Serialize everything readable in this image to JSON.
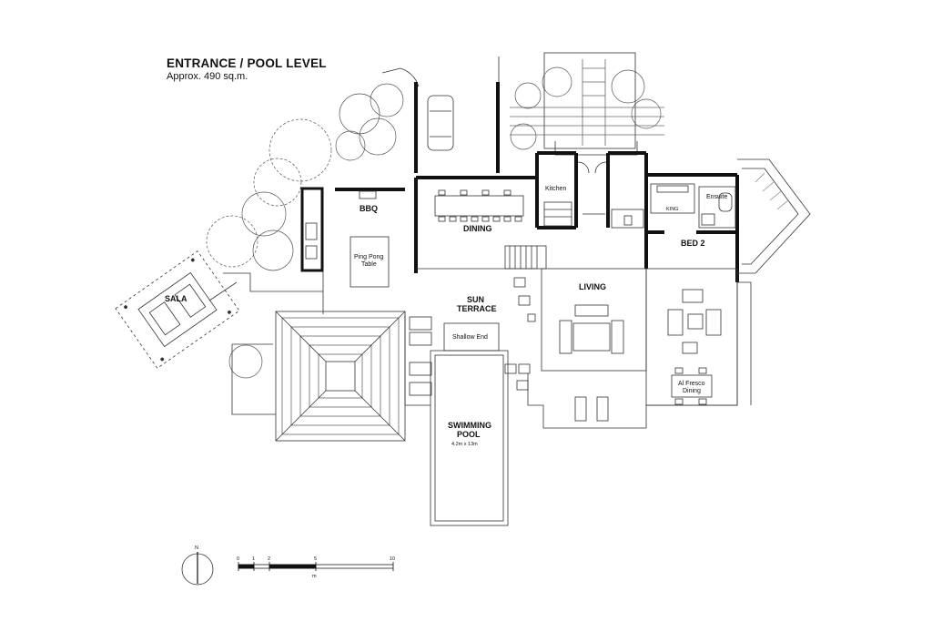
{
  "header": {
    "title": "ENTRANCE / POOL LEVEL",
    "area": "Approx. 490 sq.m."
  },
  "rooms": {
    "bbq": "BBQ",
    "dining": "DINING",
    "kitchen": "Kitchen",
    "ping_pong_1": "Ping Pong",
    "ping_pong_2": "Table",
    "sala": "SALA",
    "sun_terrace_1": "SUN",
    "sun_terrace_2": "TERRACE",
    "shallow_end": "Shallow End",
    "swimming_pool_1": "SWIMMING",
    "swimming_pool_2": "POOL",
    "pool_size": "4.2m x 13m",
    "living": "LIVING",
    "bed2": "BED 2",
    "ensuite": "Ensuite",
    "king": "KING",
    "al_fresco_1": "Al Fresco",
    "al_fresco_2": "Dining"
  },
  "compass": {
    "north": "N"
  },
  "scale_bar": {
    "ticks": [
      "0",
      "1",
      "2",
      "5",
      "10"
    ],
    "unit": "m"
  }
}
